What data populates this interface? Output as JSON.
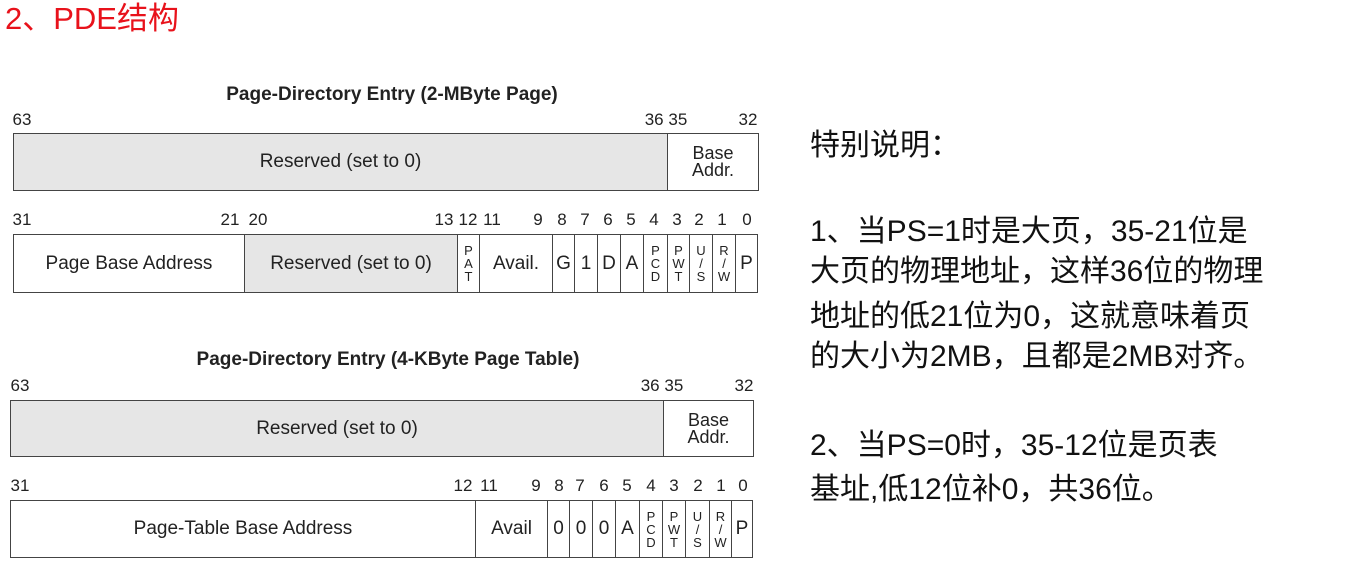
{
  "heading": "2、PDE结构",
  "diagrams": [
    {
      "title": "Page-Directory Entry (2-MByte Page)",
      "upper_bits": [
        "63",
        "36 35",
        "32"
      ],
      "upper_cells": [
        "Reserved (set to 0)",
        "Base\nAddr."
      ],
      "lower_bits": [
        "31",
        "21",
        "20",
        "13",
        "12",
        "11",
        "9",
        "8",
        "7",
        "6",
        "5",
        "4",
        "3",
        "2",
        "1",
        "0"
      ],
      "lower_cells": [
        "Page Base Address",
        "Reserved (set to 0)",
        "P\nA\nT",
        "Avail.",
        "G",
        "1",
        "D",
        "A",
        "P\nC\nD",
        "P\nW\nT",
        "U\n/\nS",
        "R\n/\nW",
        "P"
      ]
    },
    {
      "title": "Page-Directory Entry (4-KByte Page Table)",
      "upper_bits": [
        "63",
        "36 35",
        "32"
      ],
      "upper_cells": [
        "Reserved (set to 0)",
        "Base\nAddr."
      ],
      "lower_bits": [
        "31",
        "12",
        "11",
        "9",
        "8",
        "7",
        "6",
        "5",
        "4",
        "3",
        "2",
        "1",
        "0"
      ],
      "lower_cells": [
        "Page-Table Base Address",
        "Avail",
        "0",
        "0",
        "0",
        "A",
        "P\nC\nD",
        "P\nW\nT",
        "U\n/\nS",
        "R\n/\nW",
        "P"
      ]
    }
  ],
  "notes": {
    "title": "特别说明：",
    "p1": [
      "1、当PS=1时是大页，35-21位是",
      "大页的物理地址，这样36位的物理",
      "地址的低21位为0，这就意味着页",
      "的大小为2MB，且都是2MB对齐。"
    ],
    "p2": [
      "2、当PS=0时，35-12位是页表",
      "基址,低12位补0，共36位。"
    ]
  }
}
